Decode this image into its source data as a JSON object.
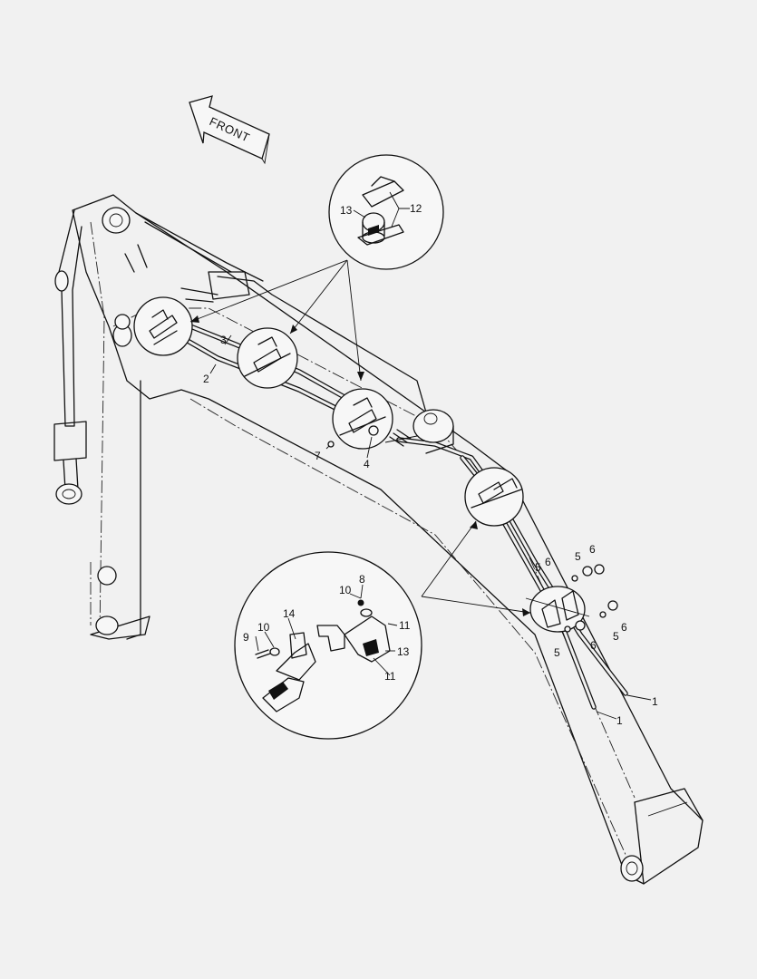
{
  "front_label": "FRONT",
  "callouts": {
    "c1a": "1",
    "c1b": "1",
    "c2": "2",
    "c3": "3",
    "c4": "4",
    "c5a": "5",
    "c5b": "5",
    "c5c": "5",
    "c5d": "5",
    "c6a": "6",
    "c6b": "6",
    "c6c": "6",
    "c6d": "6",
    "c7": "7",
    "c8": "8",
    "c9": "9",
    "c10a": "10",
    "c10b": "10",
    "c11a": "11",
    "c11b": "11",
    "c12": "12",
    "c13a": "13",
    "c13b": "13",
    "c14": "14"
  }
}
